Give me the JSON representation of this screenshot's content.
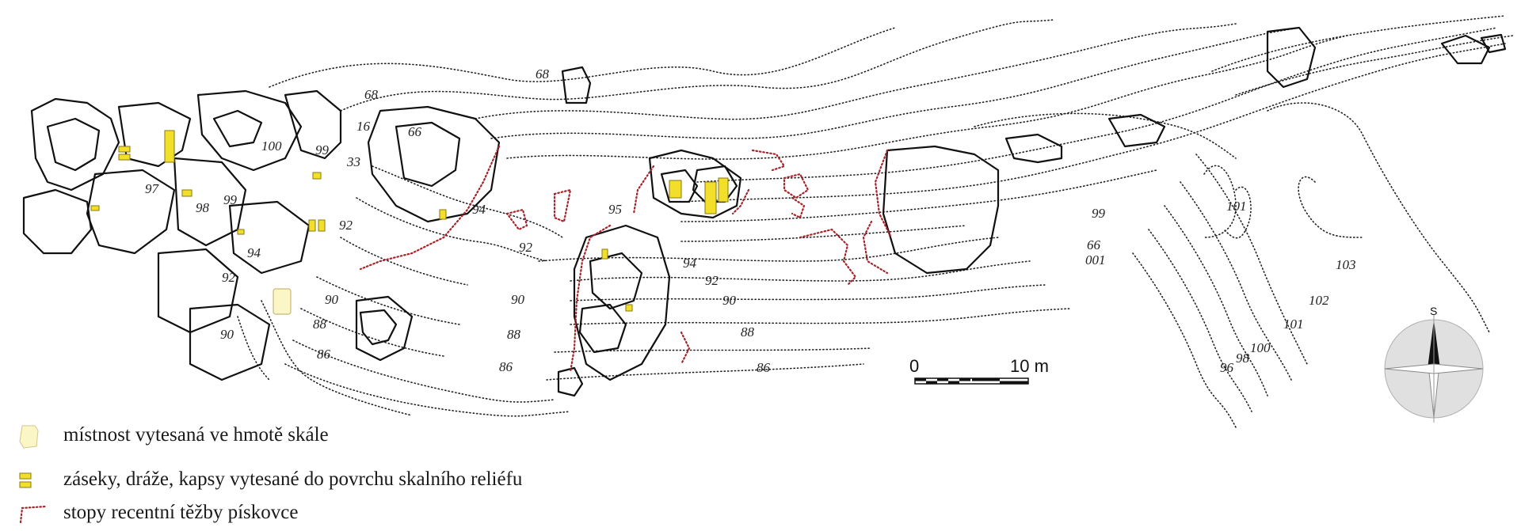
{
  "legend": [
    {
      "label": "místnost vytesaná ve hmotě skále",
      "symbol": "pale-yellow-area"
    },
    {
      "label": "záseky, dráže, kapsy vytesané do povrchu skalního reliéfu",
      "symbol": "yellow-cut"
    },
    {
      "label": "stopy recentní těžby pískovce",
      "symbol": "red-dotted-line"
    }
  ],
  "scale": {
    "start": "0",
    "end": "10 m"
  },
  "north_arrow": {
    "letter": "S"
  },
  "colors": {
    "room_fill": "#fbf6c6",
    "cut_fill": "#f2df2a",
    "quarry_line": "#a3242a",
    "contour": "#222222",
    "rock_outline": "#111111",
    "compass_disc": "#e0e0e0"
  },
  "height_labels": [
    "68",
    "68",
    "16",
    "100",
    "99",
    "33",
    "66",
    "97",
    "98",
    "99",
    "92",
    "94",
    "94",
    "92",
    "90",
    "88",
    "86",
    "90",
    "92",
    "90",
    "88",
    "86",
    "95",
    "94",
    "92",
    "90",
    "88",
    "86",
    "99",
    "66",
    "001",
    "101",
    "102",
    "101",
    "100",
    "98",
    "96",
    "103"
  ]
}
